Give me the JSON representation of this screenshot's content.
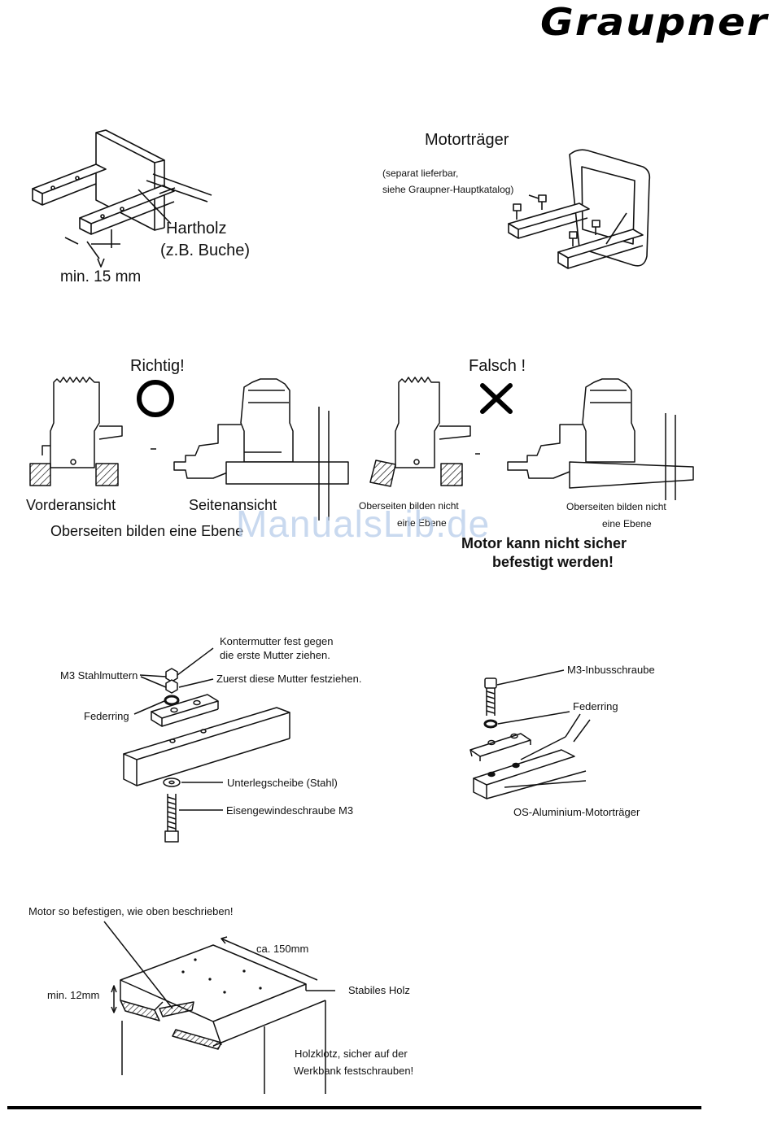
{
  "brand": {
    "logo_text": "Graupner"
  },
  "section_mounting": {
    "hardwood_label_line1": "Hartholz",
    "hardwood_label_line2": "(z.B. Buche)",
    "min_dimension": "min. 15 mm",
    "motor_mount_title": "Motorträger",
    "motor_mount_note_line1": "(separat lieferbar,",
    "motor_mount_note_line2": "siehe Graupner-Hauptkatalog)"
  },
  "section_alignment": {
    "correct_label": "Richtig!",
    "wrong_label": "Falsch !",
    "front_view": "Vorderansicht",
    "side_view": "Seitenansicht",
    "same_plane": "Oberseiten bilden eine Ebene",
    "not_same_plane_left_line1": "Oberseiten bilden nicht",
    "not_same_plane_left_line2": "eine Ebene",
    "not_same_plane_right_line1": "Oberseiten bilden nicht",
    "not_same_plane_right_line2": "eine Ebene",
    "warning_line1": "Motor kann nicht sicher",
    "warning_line2": "befestigt werden!"
  },
  "watermark": "ManualsLib.de",
  "section_screws": {
    "counter_nut_line1": "Kontermutter fest gegen",
    "counter_nut_line2": "die erste Mutter ziehen.",
    "steel_nuts": "M3 Stahlmuttern",
    "tighten_first": "Zuerst diese Mutter festziehen.",
    "spring_washer_left": "Federring",
    "washer": "Unterlegscheibe (Stahl)",
    "thread_screw": "Eisengewindeschraube M3",
    "allen_screw": "M3-Inbusschraube",
    "spring_washer_right": "Federring",
    "os_mount": "OS-Aluminium-Motorträger"
  },
  "section_bench": {
    "fix_motor": "Motor so befestigen, wie oben beschrieben!",
    "length": "ca. 150mm",
    "min_thickness": "min. 12mm",
    "stable_wood": "Stabiles Holz",
    "block_line1": "Holzklotz, sicher auf der",
    "block_line2": "Werkbank festschrauben!"
  }
}
